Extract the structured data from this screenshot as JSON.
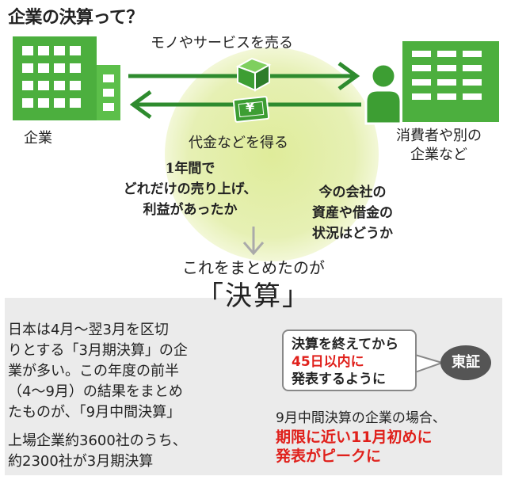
{
  "title": "企業の決算って？",
  "flow": {
    "sell": "モノやサービスを売る",
    "receive": "代金などを得る",
    "company": "企業",
    "consumer_line1": "消費者や別の",
    "consumer_line2": "企業など",
    "yen": "¥"
  },
  "questions": {
    "left": [
      "1年間で",
      "どれだけの売り上げ、",
      "利益があったか"
    ],
    "right": [
      "今の会社の",
      "資産や借金の",
      "状況はどうか"
    ]
  },
  "summary": {
    "lead": "これをまとめたのが",
    "keyword": "「決算」"
  },
  "explanation": {
    "paragraph": [
      "日本は4月～翌3月を区切",
      "りとする「3月期決算」の企",
      "業が多い。この年度の前半",
      "（4～9月）の結果をまとめ",
      "たものが、「9月中間決算」"
    ],
    "listed": [
      "上場企業約3600社のうち、",
      "約2300社が3月期決算"
    ]
  },
  "rule": {
    "line1": "決算を終えてから",
    "line2": "45日以内に",
    "line3": "発表するように",
    "source": "東証"
  },
  "peak": {
    "line1": "9月中間決算の企業の場合、",
    "line2": "期限に近い11月初めに",
    "line3": "発表がピークに"
  },
  "colors": {
    "green": "#4caf3e",
    "dark_green": "#2e8b2e",
    "glow": "#e2eea6",
    "red": "#e0201b",
    "panel": "#ebebeb"
  }
}
